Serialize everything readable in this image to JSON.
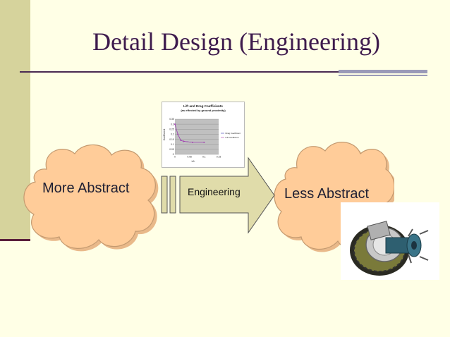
{
  "slide": {
    "title": "Detail Design (Engineering)",
    "left_cloud_label": "More Abstract",
    "right_cloud_label": "Less Abstract",
    "arrow_label": "Engineering"
  },
  "chart_data": {
    "type": "line",
    "title": "Lift and Drag Coefficients",
    "subtitle": "(as effected by ground proximity)",
    "xlabel": "h/L",
    "ylabel": "Coefficient",
    "xlim": [
      0,
      0.15
    ],
    "ylim": [
      0,
      0.35
    ],
    "x_ticks": [
      "0",
      "0.05",
      "0.1",
      "0.15"
    ],
    "y_ticks": [
      "0",
      "0.05",
      "0.1",
      "0.15",
      "0.2",
      "0.25",
      "0.3",
      "0.35"
    ],
    "legend_position": "right",
    "series": [
      {
        "name": "Drag Coefficient",
        "color": "#3b3bb0",
        "x": [
          0.0,
          0.01,
          0.02,
          0.03,
          0.06,
          0.1
        ],
        "y": [
          0.3,
          0.2,
          0.14,
          0.13,
          0.12,
          0.12
        ]
      },
      {
        "name": "Lift Coefficient",
        "color": "#b03bb0",
        "x": [
          0.0,
          0.01,
          0.02,
          0.03,
          0.06,
          0.1
        ],
        "y": [
          0.3,
          0.2,
          0.14,
          0.13,
          0.12,
          0.12
        ]
      }
    ]
  },
  "colors": {
    "cloud_fill": "#ffcc99",
    "arrow_fill": "#e0dcaa",
    "title_color": "#3e1b4d"
  },
  "icons": {
    "wheel_hub_image": "wheel-hub-assembly"
  }
}
